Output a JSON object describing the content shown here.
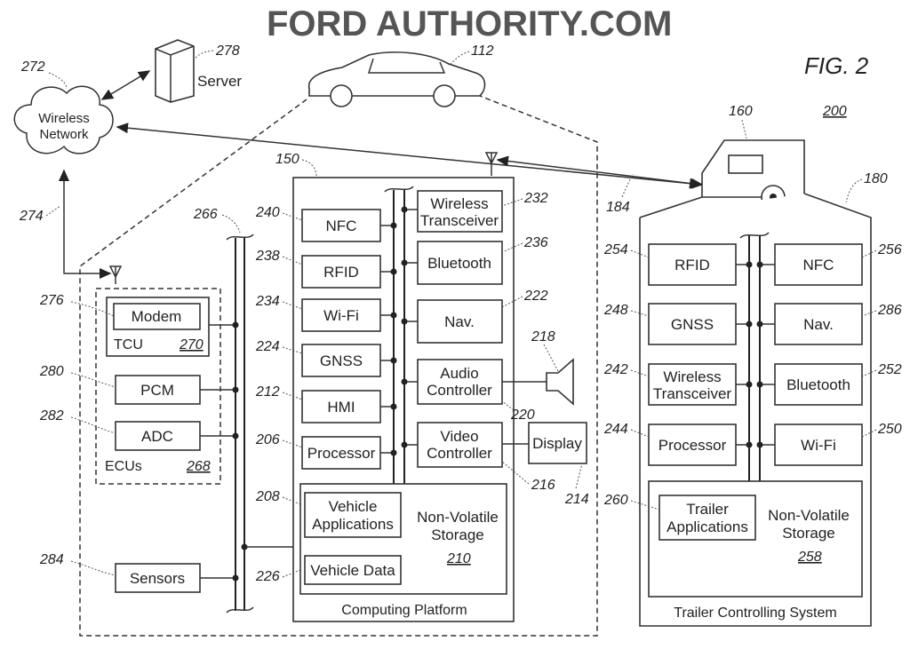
{
  "figure": {
    "title": "FIG. 2",
    "number": "200"
  },
  "watermark": "FORD AUTHORITY.COM",
  "network": {
    "label_line1": "Wireless",
    "label_line2": "Network",
    "ref": "272",
    "link_ref": "274"
  },
  "server": {
    "label": "Server",
    "ref": "278"
  },
  "vehicle": {
    "ref": "112"
  },
  "trailer": {
    "ref": "160",
    "link_ref": "184",
    "system_ref": "180"
  },
  "ecus": {
    "label": "ECUs",
    "ref": "268",
    "bus_ref": "266",
    "tcu": {
      "label": "TCU",
      "ref": "270"
    },
    "modem": {
      "label": "Modem",
      "ref": "276"
    },
    "pcm": {
      "label": "PCM",
      "ref": "280"
    },
    "adc": {
      "label": "ADC",
      "ref": "282"
    },
    "sensors": {
      "label": "Sensors",
      "ref": "284"
    }
  },
  "computing_platform": {
    "label": "Computing Platform",
    "ref": "150",
    "nfc": {
      "label": "NFC",
      "ref": "240"
    },
    "rfid": {
      "label": "RFID",
      "ref": "238"
    },
    "wifi": {
      "label": "Wi-Fi",
      "ref": "234"
    },
    "gnss": {
      "label": "GNSS",
      "ref": "224"
    },
    "hmi": {
      "label": "HMI",
      "ref": "212"
    },
    "processor": {
      "label": "Processor",
      "ref": "206"
    },
    "wireless_transceiver": {
      "line1": "Wireless",
      "line2": "Transceiver",
      "ref": "232"
    },
    "bluetooth": {
      "label": "Bluetooth",
      "ref": "236"
    },
    "nav": {
      "label": "Nav.",
      "ref": "222"
    },
    "audio": {
      "line1": "Audio",
      "line2": "Controller",
      "ref": "220",
      "speaker_ref": "218"
    },
    "video": {
      "line1": "Video",
      "line2": "Controller",
      "ref": "216"
    },
    "display": {
      "label": "Display",
      "ref": "214"
    },
    "storage": {
      "line1": "Non-Volatile",
      "line2": "Storage",
      "ref": "210"
    },
    "vehicle_apps": {
      "line1": "Vehicle",
      "line2": "Applications",
      "ref": "208"
    },
    "vehicle_data": {
      "label": "Vehicle Data",
      "ref": "226"
    }
  },
  "trailer_system": {
    "label": "Trailer Controlling System",
    "rfid": {
      "label": "RFID",
      "ref": "254"
    },
    "nfc": {
      "label": "NFC",
      "ref": "256"
    },
    "gnss": {
      "label": "GNSS",
      "ref": "248"
    },
    "nav": {
      "label": "Nav.",
      "ref": "286"
    },
    "wireless_transceiver": {
      "line1": "Wireless",
      "line2": "Transceiver",
      "ref": "242"
    },
    "bluetooth": {
      "label": "Bluetooth",
      "ref": "252"
    },
    "processor": {
      "label": "Processor",
      "ref": "244"
    },
    "wifi": {
      "label": "Wi-Fi",
      "ref": "250"
    },
    "storage": {
      "line1": "Non-Volatile",
      "line2": "Storage",
      "ref": "258"
    },
    "trailer_apps": {
      "line1": "Trailer",
      "line2": "Applications",
      "ref": "260"
    }
  }
}
